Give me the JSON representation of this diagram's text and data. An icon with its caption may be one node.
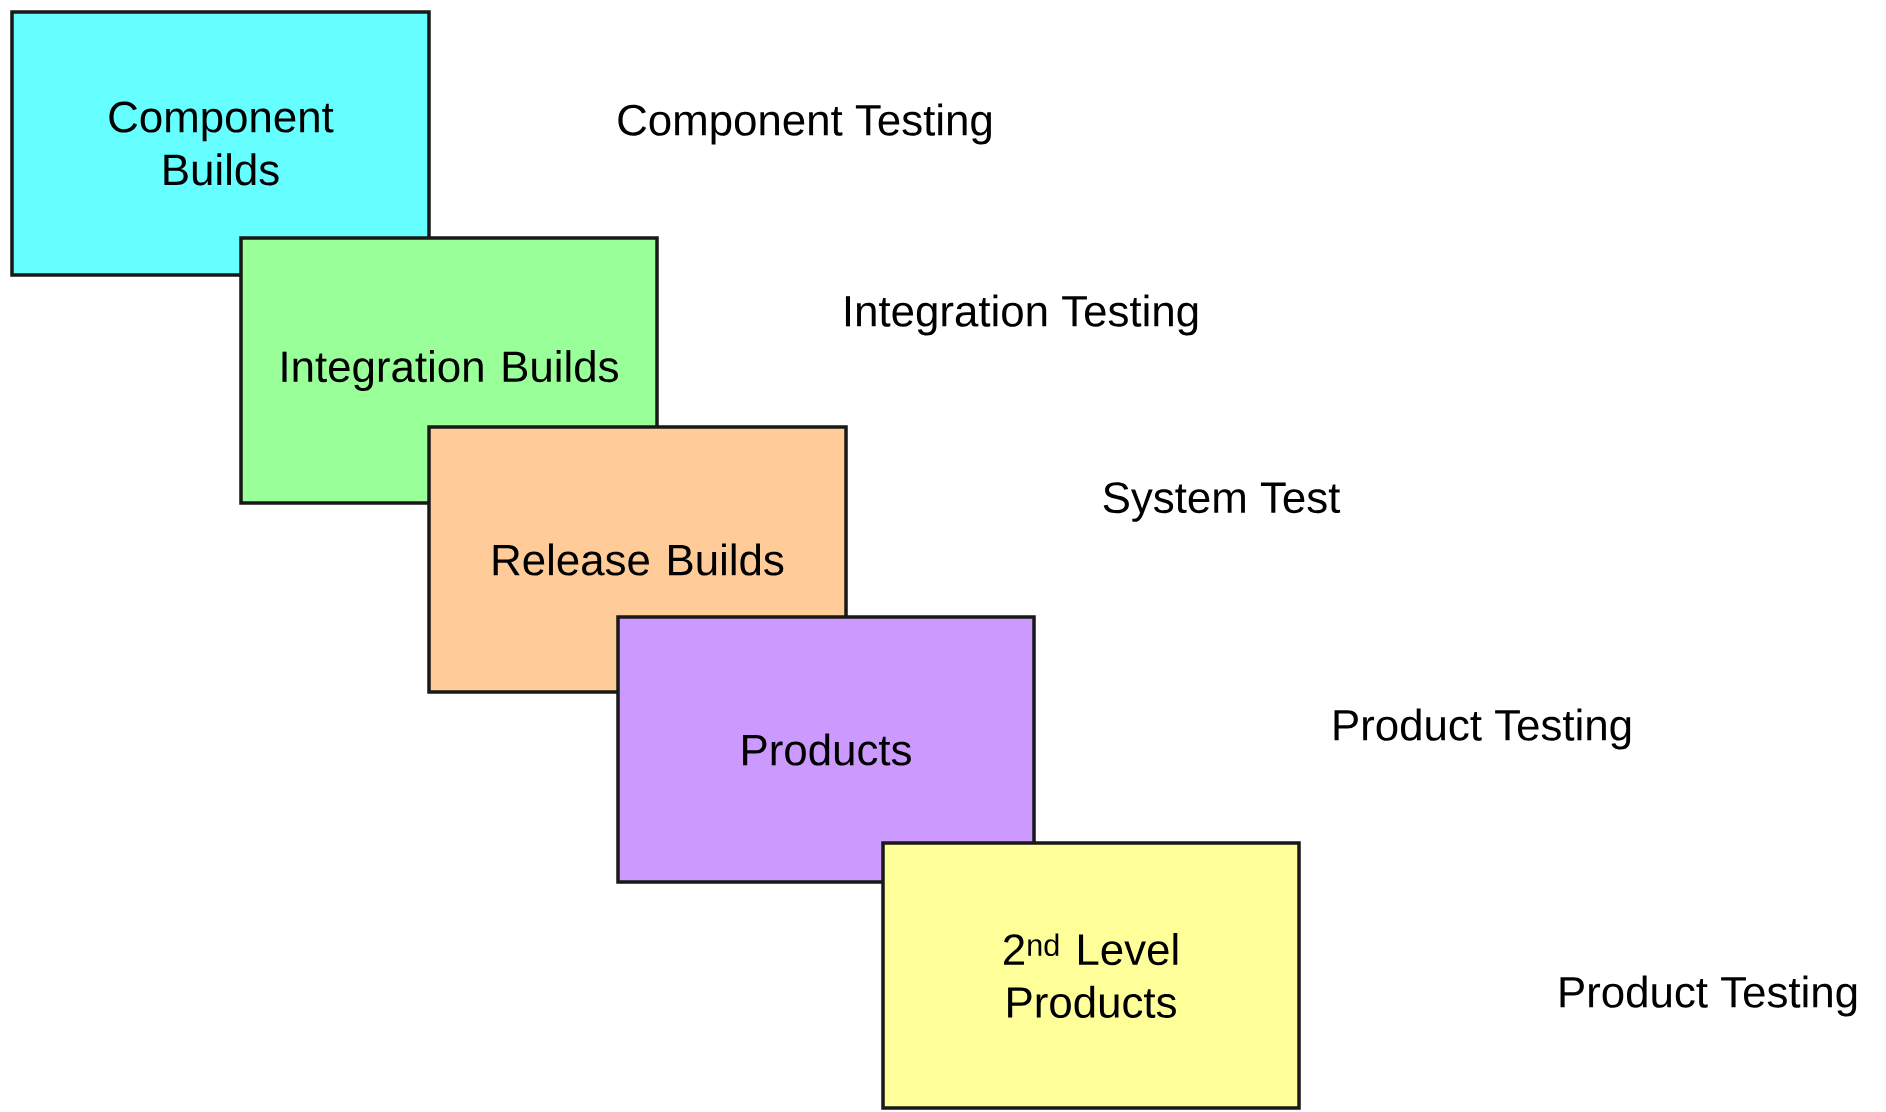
{
  "diagram": {
    "nodes": [
      {
        "text": [
          "Component Builds"
        ]
      },
      {
        "text": [
          "Integration Builds"
        ]
      },
      {
        "text": [
          "Release Builds"
        ]
      },
      {
        "text": [
          "Products"
        ]
      },
      {
        "text": [
          "2$^{nd}$ Level Products"
        ]
      }
    ],
    "labels": [
      "Component Testing",
      "Integration Testing",
      "System Test",
      "Product Testing",
      "Product Testing"
    ]
  }
}
